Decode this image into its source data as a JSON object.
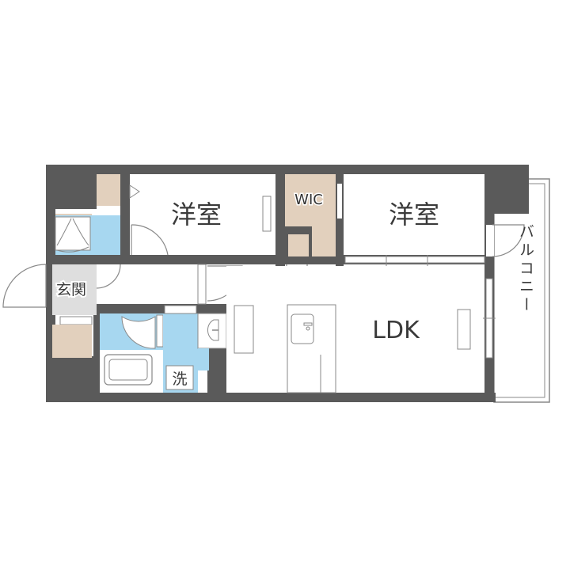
{
  "floor_plan": {
    "type": "apartment floor plan (1LDK + 2 Western rooms)",
    "colors": {
      "wall": "#5a5a5a",
      "storage": "#e2d0bd",
      "wet_area": "#a7d7f0",
      "entrance_floor": "#dedede",
      "background": "#ffffff",
      "line": "#7a7a7a"
    },
    "rooms": {
      "western_room_1": {
        "label": "洋室"
      },
      "wic": {
        "label": "WIC"
      },
      "western_room_2": {
        "label": "洋室"
      },
      "entrance": {
        "label": "玄関"
      },
      "ldk": {
        "label": "LDK"
      },
      "laundry": {
        "label": "洗"
      },
      "balcony": {
        "label": "バルコニー"
      }
    }
  }
}
